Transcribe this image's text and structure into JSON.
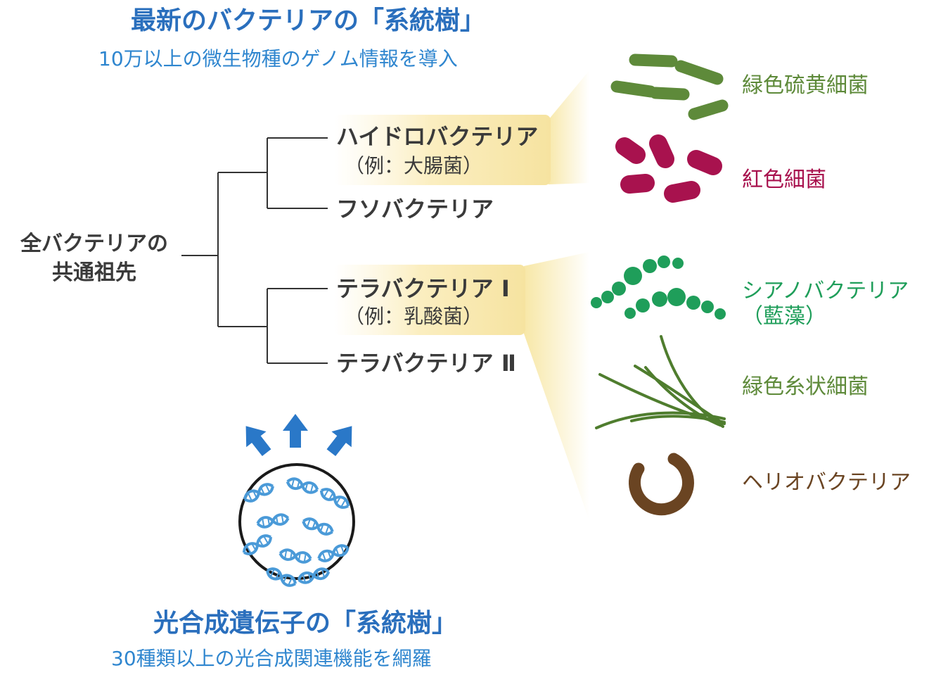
{
  "title_top": "最新のバクテリアの「系統樹」",
  "subtitle_top": "10万以上の微生物種のゲノム情報を導入",
  "root_label_line1": "全バクテリアの",
  "root_label_line2": "共通祖先",
  "clades": {
    "hydrobacteria": {
      "name": "ハイドロバクテリア",
      "example": "（例：大腸菌）"
    },
    "fusobacteria": {
      "name": "フソバクテリア"
    },
    "terrabacteria1": {
      "name": "テラバクテリア Ⅰ",
      "example": "（例：乳酸菌）"
    },
    "terrabacteria2": {
      "name": "テラバクテリア Ⅱ"
    }
  },
  "groups": {
    "green_sulfur": {
      "label": "緑色硫黄細菌",
      "color": "#5e8a3a"
    },
    "purple": {
      "label": "紅色細菌",
      "color": "#a8124e"
    },
    "cyano": {
      "label1": "シアノバクテリア",
      "label2": "（藍藻）",
      "color": "#1f9e5a"
    },
    "green_filament": {
      "label": "緑色糸状細菌",
      "color": "#5e8a3a"
    },
    "helio": {
      "label": "ヘリオバクテリア",
      "color": "#6a4422"
    }
  },
  "title_bottom": "光合成遺伝子の「系統樹」",
  "subtitle_bottom": "30種類以上の光合成関連機能を網羅",
  "colors": {
    "title_blue": "#2a6fbd",
    "highlight": "#fbeec0",
    "dna_blue": "#4a9ad8",
    "arrow_blue": "#2a78c8"
  }
}
